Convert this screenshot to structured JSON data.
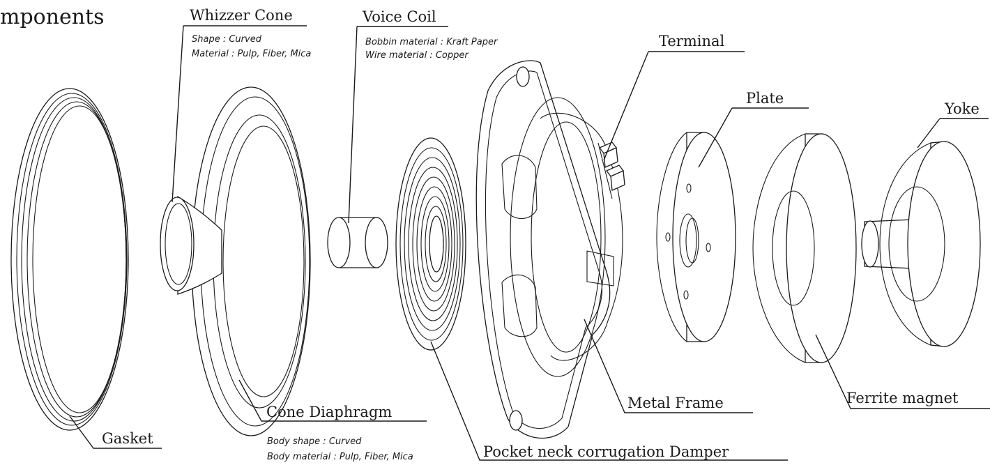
{
  "title": "mponents",
  "labels": {
    "whizzer": "Whizzer Cone",
    "voice_coil": "Voice Coil",
    "terminal": "Terminal",
    "plate": "Plate",
    "yoke": "Yoke",
    "gasket": "Gasket",
    "cone": "Cone Diaphragm",
    "damper": "Pocket neck corrugation Damper",
    "frame": "Metal Frame",
    "magnet": "Ferrite magnet"
  },
  "notes": {
    "whizzer_1": "Shape : Curved",
    "whizzer_2": "Material : Pulp, Fiber, Mica",
    "coil_1": "Bobbin material : Kraft Paper",
    "coil_2": "Wire material : Copper",
    "cone_1": "Body shape : Curved",
    "cone_2": "Body material : Pulp, Fiber, Mica"
  }
}
